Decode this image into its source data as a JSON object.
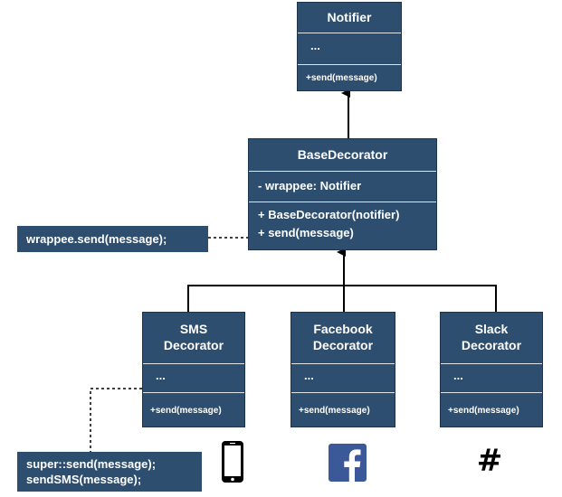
{
  "notifier": {
    "name": "Notifier",
    "fields": "...",
    "method": "+send(message)"
  },
  "base_decorator": {
    "name": "BaseDecorator",
    "field": "- wrappee: Notifier",
    "method1": "+ BaseDecorator(notifier)",
    "method2": "+ send(message)"
  },
  "note_wrappee": "wrappee.send(message);",
  "sms_decorator": {
    "name_line1": "SMS",
    "name_line2": "Decorator",
    "fields": "...",
    "method": "+send(message)"
  },
  "facebook_decorator": {
    "name_line1": "Facebook",
    "name_line2": "Decorator",
    "fields": "...",
    "method": "+send(message)"
  },
  "slack_decorator": {
    "name_line1": "Slack",
    "name_line2": "Decorator",
    "fields": "...",
    "method": "+send(message)"
  },
  "note_sms": {
    "line1": "super::send(message);",
    "line2": "sendSMS(message);"
  },
  "icons": {
    "phone": "phone-icon",
    "facebook": "facebook-icon",
    "slack": "hash-icon",
    "slack_glyph": "#"
  },
  "colors": {
    "box": "#2d4e6f",
    "text": "#ffffff",
    "line": "#000000",
    "facebook": "#3b5998"
  }
}
